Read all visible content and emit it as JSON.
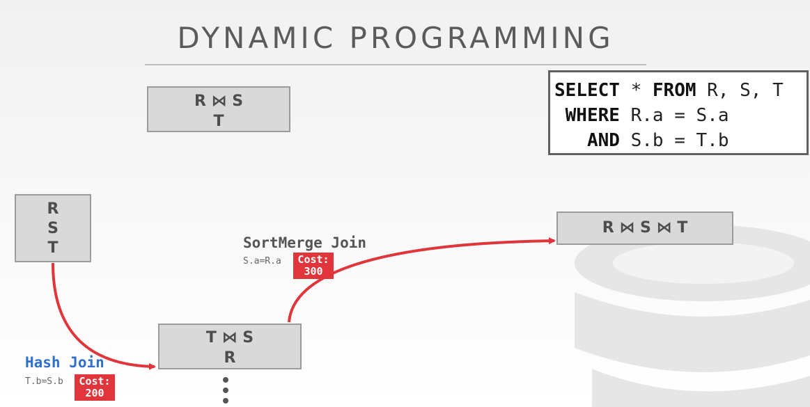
{
  "title": "DYNAMIC PROGRAMMING",
  "sql": {
    "line1_kw1": "SELECT",
    "line1_mid": " * ",
    "line1_kw2": "FROM",
    "line1_rest": " R, S, T",
    "line2_kw": "WHERE",
    "line2_rest": " R.a = S.a",
    "line3_kw": "AND",
    "line3_rest": " S.b = T.b"
  },
  "nodes": {
    "rs_t": {
      "line1": "R ⋈ S",
      "line2": "T"
    },
    "rst": {
      "line1": "R",
      "line2": "S",
      "line3": "T"
    },
    "rst_join": {
      "line1": "R ⋈ S ⋈ T"
    },
    "ts_r": {
      "line1": "T ⋈ S",
      "line2": "R"
    }
  },
  "joins": {
    "sortmerge": {
      "name": "SortMerge Join",
      "condition": "S.a=R.a",
      "cost_label": "Cost:",
      "cost_value": "300"
    },
    "hash": {
      "name": "Hash Join",
      "condition": "T.b=S.b",
      "cost_label": "Cost:",
      "cost_value": "200"
    }
  },
  "colors": {
    "arrow": "#e0353b",
    "hash_join": "#2f6fce",
    "sortmerge_join": "#555555"
  },
  "icons": {
    "more": "vertical-ellipsis-icon",
    "logo": "database-icon"
  }
}
